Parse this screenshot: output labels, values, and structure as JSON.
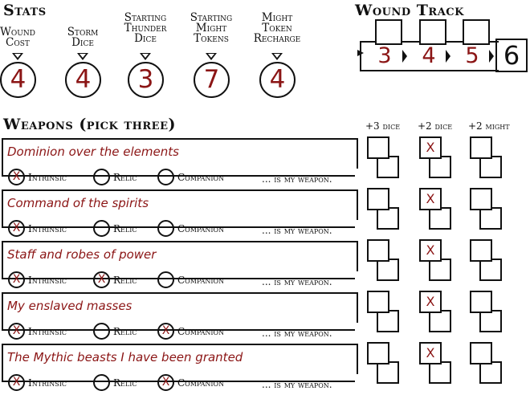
{
  "stats": {
    "title": "Stats",
    "items": [
      {
        "label": "Wound Cost",
        "value": "4"
      },
      {
        "label": "Storm Dice",
        "value": "4"
      },
      {
        "label": "Starting Thunder Dice",
        "value": "3"
      },
      {
        "label": "Starting Might Tokens",
        "value": "7"
      },
      {
        "label": "Might Token Recharge",
        "value": "4"
      }
    ]
  },
  "wound_track": {
    "title": "Wound Track",
    "values": [
      "3",
      "4",
      "5"
    ],
    "final": "6"
  },
  "weapons": {
    "title": "Weapons (pick three)",
    "columns": [
      "+3 dice",
      "+2 dice",
      "+2 might"
    ],
    "options": [
      "Intrinsic",
      "Relic",
      "Companion"
    ],
    "suffix": "... is my weapon.",
    "mark": "X",
    "rows": [
      {
        "name": "Dominion over the elements",
        "selected": [
          true,
          false,
          false
        ],
        "checks": [
          false,
          true,
          false
        ]
      },
      {
        "name": "Command of the spirits",
        "selected": [
          true,
          false,
          false
        ],
        "checks": [
          false,
          true,
          false
        ]
      },
      {
        "name": "Staff and robes of power",
        "selected": [
          true,
          true,
          false
        ],
        "checks": [
          false,
          true,
          false
        ]
      },
      {
        "name": "My enslaved masses",
        "selected": [
          true,
          false,
          true
        ],
        "checks": [
          false,
          true,
          false
        ]
      },
      {
        "name": "The Mythic beasts I have been granted",
        "selected": [
          true,
          false,
          true
        ],
        "checks": [
          false,
          true,
          false
        ]
      }
    ]
  }
}
